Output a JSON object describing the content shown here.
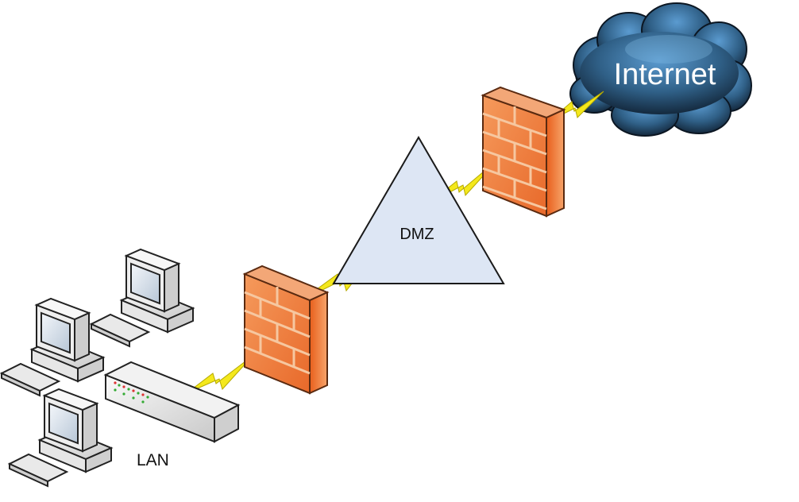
{
  "labels": {
    "internet": "Internet",
    "dmz": "DMZ",
    "lan": "LAN"
  },
  "nodes": [
    {
      "id": "internet",
      "kind": "cloud"
    },
    {
      "id": "outer-firewall",
      "kind": "firewall"
    },
    {
      "id": "dmz",
      "kind": "triangle"
    },
    {
      "id": "inner-firewall",
      "kind": "firewall"
    },
    {
      "id": "lan-switch",
      "kind": "switch"
    },
    {
      "id": "workstation-1",
      "kind": "pc"
    },
    {
      "id": "workstation-2",
      "kind": "pc"
    },
    {
      "id": "workstation-3",
      "kind": "pc"
    }
  ],
  "links": [
    {
      "from": "internet",
      "to": "outer-firewall",
      "style": "lightning"
    },
    {
      "from": "outer-firewall",
      "to": "dmz",
      "style": "lightning"
    },
    {
      "from": "dmz",
      "to": "inner-firewall",
      "style": "lightning"
    },
    {
      "from": "inner-firewall",
      "to": "lan-switch",
      "style": "lightning"
    }
  ],
  "colors": {
    "cloud": "#2f5f86",
    "cloud_dark": "#0f1f30",
    "firewall_brick": "#f07a3c",
    "firewall_mortar": "#f6c7a0",
    "dmz_fill": "#dde6f4",
    "lightning": "#f4e81c",
    "device": "#e9e9e9"
  }
}
